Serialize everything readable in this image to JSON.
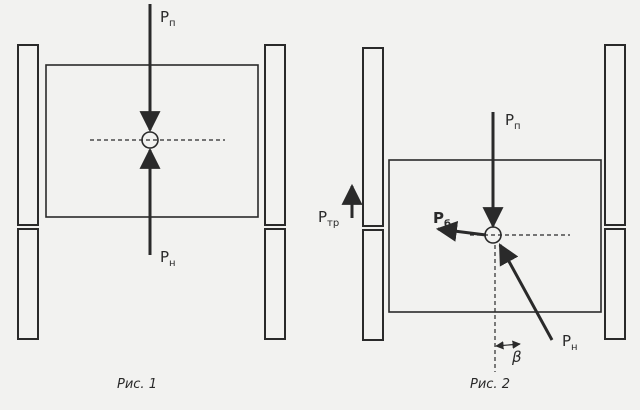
{
  "figure1": {
    "caption": "Рис. 1",
    "force_top": {
      "main": "P",
      "sub": "п"
    },
    "force_bottom": {
      "main": "P",
      "sub": "н"
    }
  },
  "figure2": {
    "caption": "Рис. 2",
    "force_top": {
      "main": "P",
      "sub": "п"
    },
    "force_side": {
      "main": "P",
      "sub": "б"
    },
    "force_friction": {
      "main": "P",
      "sub": "тр"
    },
    "force_normal": {
      "main": "P",
      "sub": "н"
    },
    "angle": "β"
  },
  "colors": {
    "ink": "#2a2a2a",
    "paper": "#f2f2f0"
  }
}
